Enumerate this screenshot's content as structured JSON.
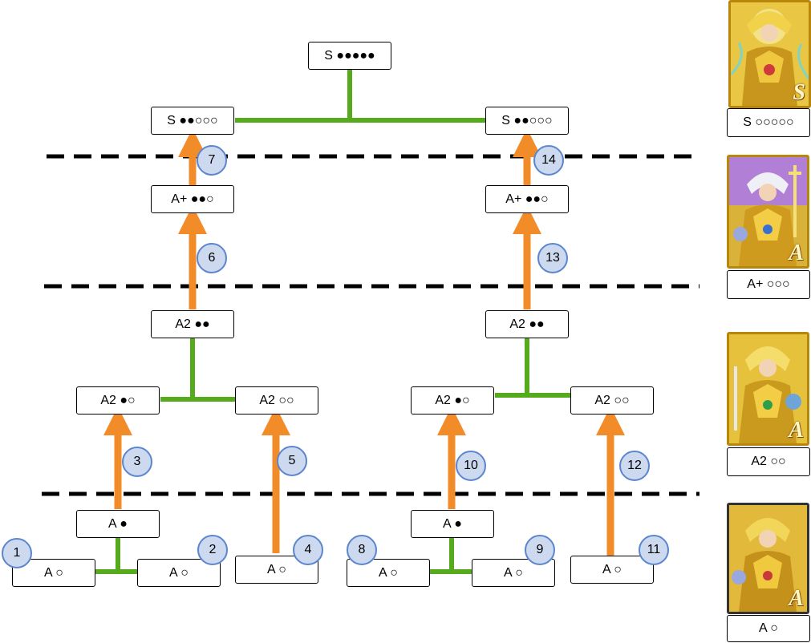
{
  "colors": {
    "merge_line": "#56ab1d",
    "upgrade_arrow": "#f28c28",
    "step_fill": "#ccd9ee",
    "step_border": "#5b86cf",
    "tier_divider": "#000000",
    "card_gold": "#d4a017"
  },
  "nodes": {
    "top_s": "S ●●●●●",
    "left_s": "S ●●○○○",
    "right_s": "S ●●○○○",
    "left_aplus": "A+ ●●○",
    "right_aplus": "A+ ●●○",
    "left_a2_full": "A2 ●●",
    "right_a2_full": "A2 ●●",
    "a2_1": "A2 ●○",
    "a2_2": "A2 ○○",
    "a2_3": "A2 ●○",
    "a2_4": "A2 ○○",
    "a_dot_1": "A ●",
    "a_dot_2": "A ●",
    "a_1": "A ○",
    "a_2": "A ○",
    "a_3": "A ○",
    "a_4": "A ○",
    "a_5": "A ○",
    "a_6": "A ○"
  },
  "steps": [
    "1",
    "2",
    "3",
    "4",
    "5",
    "6",
    "7",
    "8",
    "9",
    "10",
    "11",
    "12",
    "13",
    "14"
  ],
  "cards": [
    {
      "label": "S ○○○○○",
      "letter": "S",
      "icon": "gold-saint-card-s"
    },
    {
      "label": "A+ ○○○",
      "letter": "A",
      "icon": "gold-saint-card-aplus"
    },
    {
      "label": "A2 ○○",
      "letter": "A",
      "icon": "gold-saint-card-a2"
    },
    {
      "label": "A ○",
      "letter": "A",
      "icon": "gold-saint-card-a"
    }
  ]
}
